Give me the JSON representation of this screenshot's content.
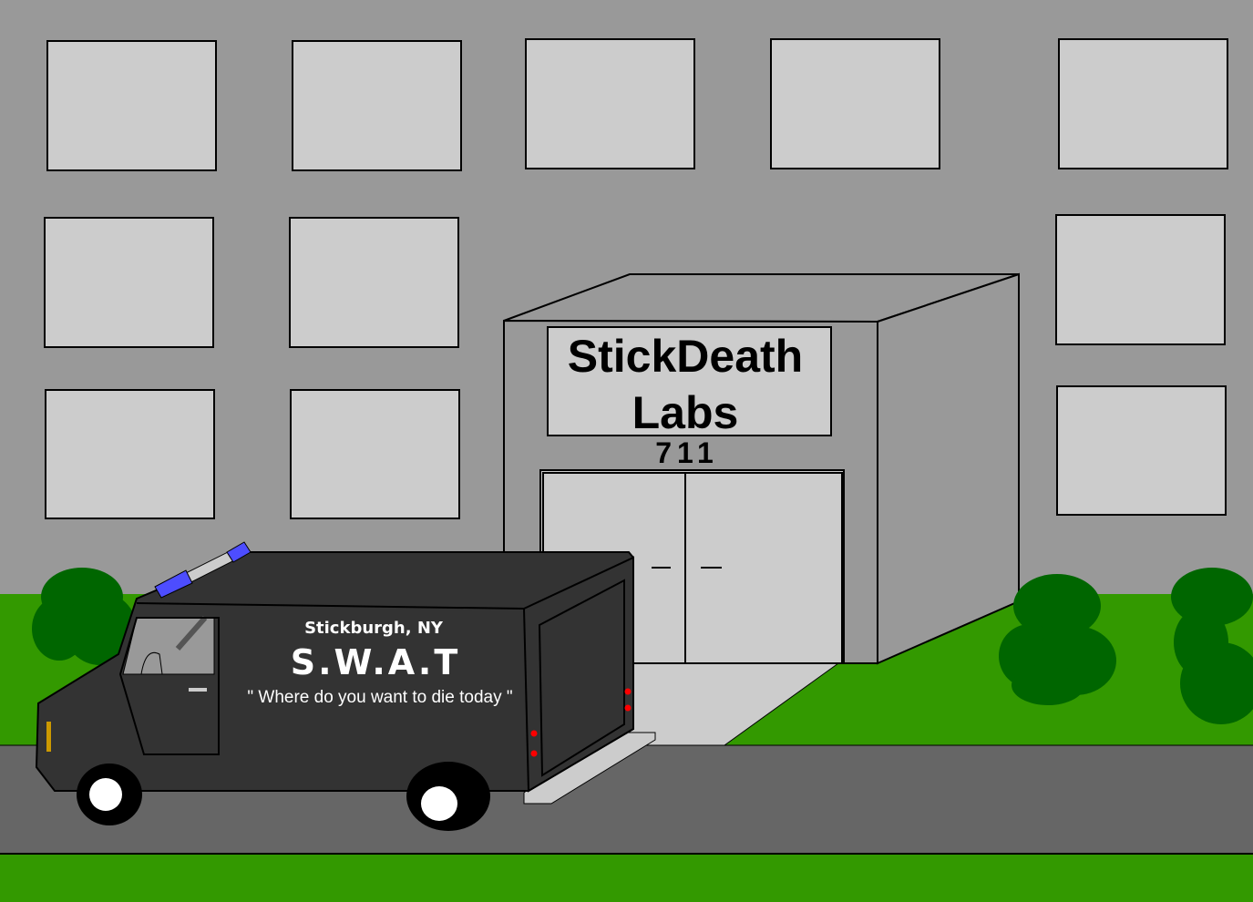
{
  "building": {
    "sign_line1": "StickDeath",
    "sign_line2": "Labs",
    "number": "711"
  },
  "van": {
    "city": "Stickburgh, NY",
    "unit": "S.W.A.T",
    "slogan": "\" Where do you want to die today \""
  },
  "colors": {
    "building": "#999999",
    "window": "#cccccc",
    "grass": "#339900",
    "road": "#666666",
    "bush": "#006600",
    "van": "#333333",
    "siren": "#4d4dff"
  }
}
